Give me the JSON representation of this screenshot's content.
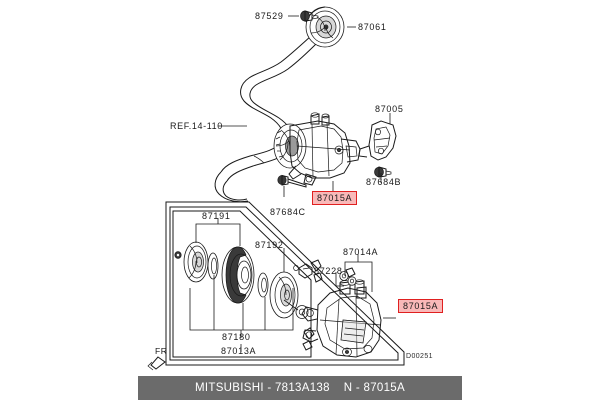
{
  "document": {
    "type": "parts-diagram",
    "background_color": "#ffffff",
    "line_color": "#1a1a1a"
  },
  "upper_diagram": {
    "name": "compressor-and-belt-installation",
    "labels": [
      {
        "id": "bolt",
        "text": "87529"
      },
      {
        "id": "idler-pulley",
        "text": "87061"
      },
      {
        "id": "belt-reference",
        "text": "REF.14-110"
      },
      {
        "id": "bracket",
        "text": "87005"
      },
      {
        "id": "bolt-b",
        "text": "87684B"
      },
      {
        "id": "bolt-c",
        "text": "87684C"
      }
    ],
    "highlight": {
      "id": "compressor-assembly",
      "text": "87015A"
    }
  },
  "lower_diagram": {
    "name": "compressor-clutch-exploded-view",
    "labels": [
      {
        "id": "clutch-coil-set",
        "text": "87191"
      },
      {
        "id": "pulley-set",
        "text": "87192"
      },
      {
        "id": "clutch-assembly",
        "text": "87180"
      },
      {
        "id": "compressor-service-kit",
        "text": "87013A"
      },
      {
        "id": "control-valve",
        "text": "87014A"
      },
      {
        "id": "o-ring",
        "text": "87228"
      },
      {
        "id": "orientation",
        "text": "FR"
      },
      {
        "id": "drawing-code",
        "text": "D00251"
      }
    ],
    "highlight": {
      "id": "compressor-body",
      "text": "87015A"
    }
  },
  "footer": {
    "background_color": "#6b6b6b",
    "text_color": "#ffffff",
    "brand": "MITSUBISHI - 7813A138",
    "part": "N - 87015A"
  },
  "highlight_style": {
    "fill": "#f9b9b9",
    "border": "#e02020",
    "text": "#1a1a1a"
  }
}
